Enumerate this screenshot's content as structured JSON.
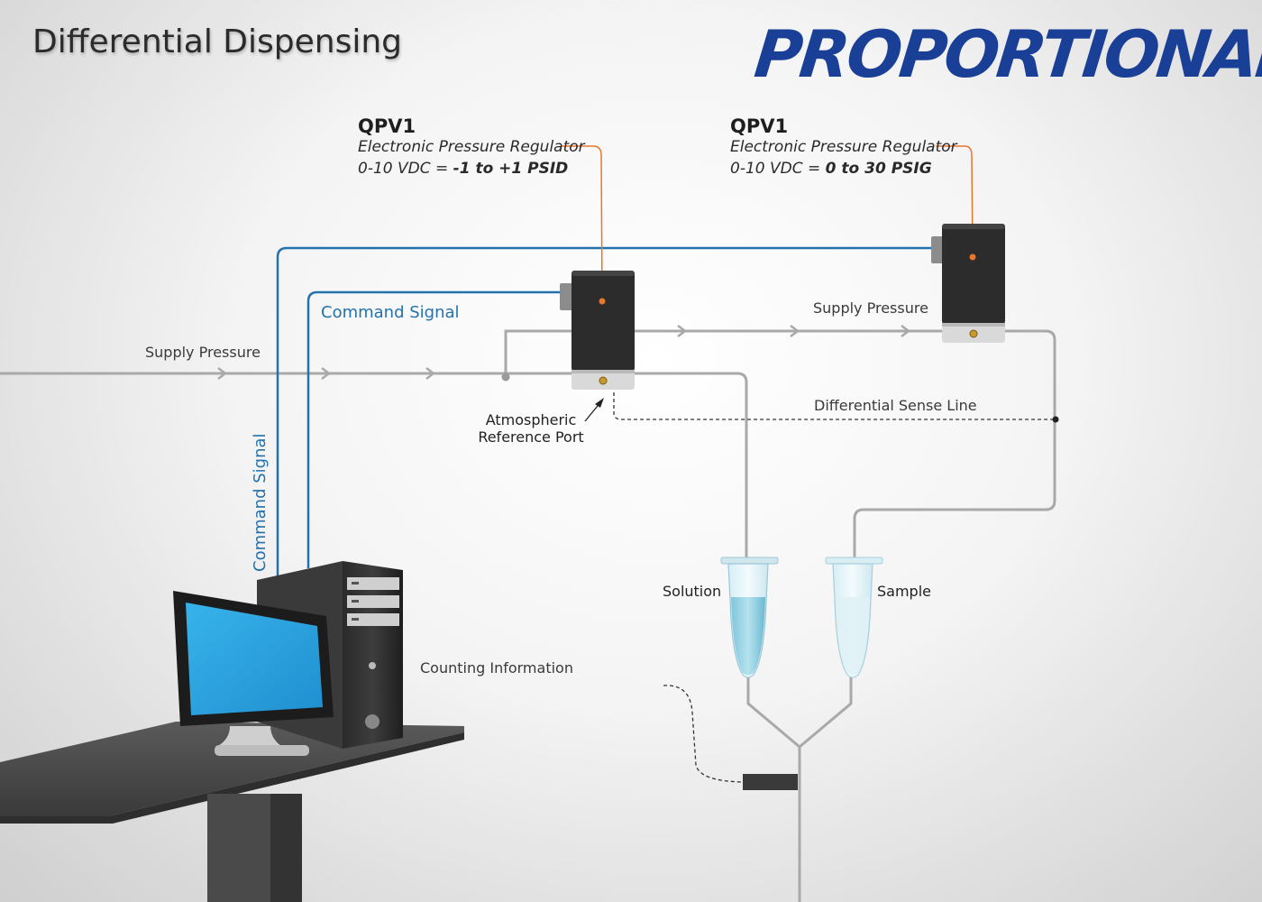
{
  "title": "Differential Dispensing",
  "logo": {
    "text_main": "PROPORTION",
    "text_air": "AIR",
    "brand_color": "#1a3f96"
  },
  "regulator_left": {
    "name": "QPV1",
    "type": "Electronic Pressure Regulator",
    "range_prefix": "0-10 VDC = ",
    "range_value": "-1 to +1 PSID"
  },
  "regulator_right": {
    "name": "QPV1",
    "type": "Electronic Pressure Regulator",
    "range_prefix": "0-10 VDC = ",
    "range_value": "0 to 30 PSIG"
  },
  "labels": {
    "command_signal_horizontal": "Command Signal",
    "command_signal_vertical": "Command Signal",
    "supply_pressure_left": "Supply Pressure",
    "supply_pressure_right": "Supply Pressure",
    "atmospheric_line1": "Atmospheric",
    "atmospheric_line2": "Reference Port",
    "differential_sense_line": "Differential Sense Line",
    "solution": "Solution",
    "sample": "Sample",
    "counting_information": "Counting Information"
  },
  "colors": {
    "signal_line": "#2372ad",
    "pressure_line": "#a9a9a9",
    "leader_line": "#e8762d",
    "regulator_body": "#2c2c2c"
  }
}
